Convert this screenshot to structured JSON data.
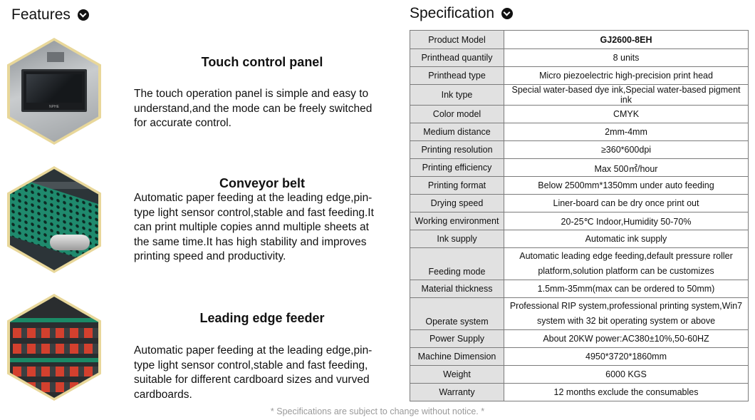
{
  "features": {
    "heading": "Features",
    "items": [
      {
        "title": "Touch control panel",
        "description": "The touch operation panel is simple and easy to understand,and the mode can be freely switched for accurate control.",
        "image_brand": "NPHE"
      },
      {
        "title": "Conveyor belt",
        "description": "Automatic paper feeding at the leading edge,pin-type light sensor control,stable and fast feeding.It can print multiple copies annd multiple sheets at the same time.It has high stability and improves printing speed and productivity."
      },
      {
        "title": "Leading edge feeder",
        "description": "Automatic paper feeding at the leading edge,pin-type light sensor control,stable and fast feeding, suitable for different cardboard sizes and vurved cardboards."
      }
    ]
  },
  "specification": {
    "heading": "Specification",
    "rows": [
      {
        "label": "Product Model",
        "value": "GJ2600-8EH"
      },
      {
        "label": "Printhead quantily",
        "value": "8 units"
      },
      {
        "label": "Printhead type",
        "value": "Micro piezoelectric high-precision print head"
      },
      {
        "label": "Ink type",
        "value": "Special water-based dye ink,Special water-based pigment ink"
      },
      {
        "label": "Color model",
        "value": "CMYK"
      },
      {
        "label": "Medium distance",
        "value": "2mm-4mm"
      },
      {
        "label": "Printing resolution",
        "value": "≥360*600dpi"
      },
      {
        "label": "Printing efficiency",
        "value": "Max 500㎡/hour"
      },
      {
        "label": "Printing format",
        "value": "Below 2500mm*1350mm under auto feeding"
      },
      {
        "label": "Drying speed",
        "value": "Liner-board can be dry once print out"
      },
      {
        "label": "Working environment",
        "value": "20-25℃ Indoor,Humidity 50-70%"
      },
      {
        "label": "Ink supply",
        "value": "Automatic ink supply"
      },
      {
        "label": "Feeding mode",
        "value_line1": "Automatic leading edge feeding,default pressure roller",
        "value_line2": "platform,solution platform can be customizes"
      },
      {
        "label": "Material thickness",
        "value": "1.5mm-35mm(max can be ordered to 50mm)"
      },
      {
        "label": "Operate system",
        "value_line1": "Professional RIP system,professional printing system,Win7",
        "value_line2": "system with 32 bit operating system or above"
      },
      {
        "label": "Power Supply",
        "value": "About 20KW power:AC380±10%,50-60HZ"
      },
      {
        "label": "Machine Dimension",
        "value": "4950*3720*1860mm"
      },
      {
        "label": "Weight",
        "value": "6000 KGS"
      },
      {
        "label": "Warranty",
        "value": "12 months exclude the consumables"
      }
    ]
  },
  "notice": "* Specifications are subject to change without notice. *",
  "colors": {
    "label_bg": "#e1e1e1",
    "border": "#7b7b7b",
    "notice": "#9a9a9a",
    "hex_frame": "#e8d79a"
  },
  "icons": {
    "heading_toggle": "chevron-down-circle-icon"
  }
}
